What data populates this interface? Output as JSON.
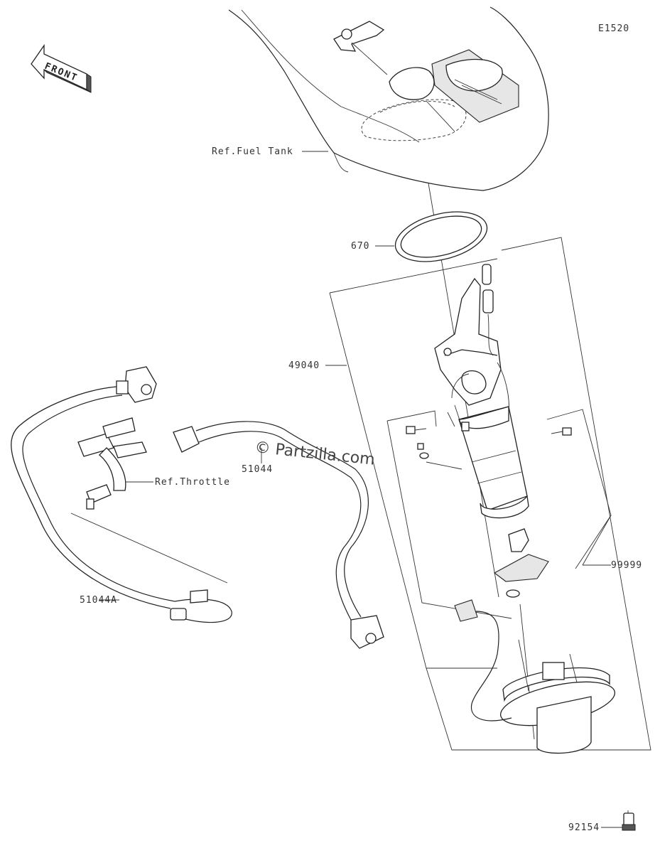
{
  "diagram_code": "E1520",
  "front_label": "FRONT",
  "watermark": "© Partzilla.com",
  "labels": {
    "fuel_tank": "Ref.Fuel Tank",
    "gasket": "670",
    "pump_assy": "49040",
    "throttle": "Ref.Throttle",
    "hose_51044": "51044",
    "hose_51044a": "51044A",
    "kit_99999": "99999",
    "bolt_92154": "92154"
  }
}
